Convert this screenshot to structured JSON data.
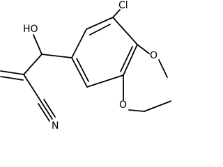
{
  "structure": {
    "atom_labels": {
      "chlorine": "Cl",
      "hydroxyl": "HO",
      "methoxy_oxygen": "O",
      "ethoxy_oxygen": "O",
      "nitrile_nitrogen": "N"
    },
    "colors": {
      "bond": "#000000",
      "label": "#000000",
      "background": "#ffffff"
    }
  }
}
